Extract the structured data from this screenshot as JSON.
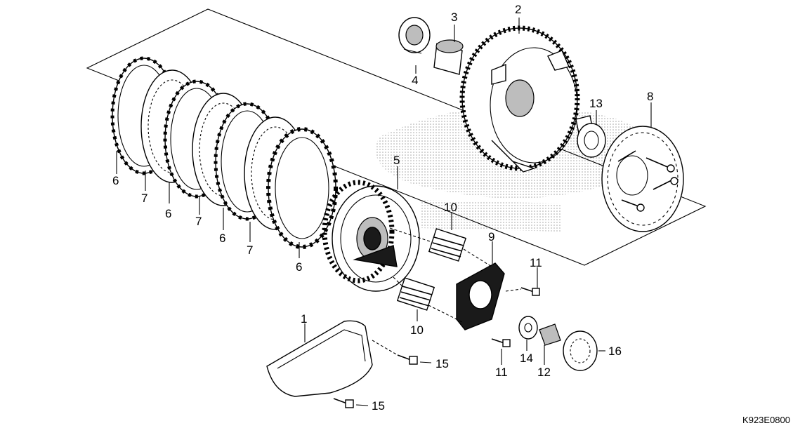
{
  "diagram": {
    "callouts": {
      "c1": "1",
      "c2": "2",
      "c3": "3",
      "c4": "4",
      "c5": "5",
      "c6a": "6",
      "c6b": "6",
      "c6c": "6",
      "c6d": "6",
      "c7a": "7",
      "c7b": "7",
      "c7c": "7",
      "c8": "8",
      "c9": "9",
      "c10a": "10",
      "c10b": "10",
      "c11a": "11",
      "c11b": "11",
      "c12": "12",
      "c13": "13",
      "c14": "14",
      "c15a": "15",
      "c15b": "15",
      "c16": "16"
    },
    "diagram_code": "K923E0800",
    "watermark": "logo-watermark"
  }
}
